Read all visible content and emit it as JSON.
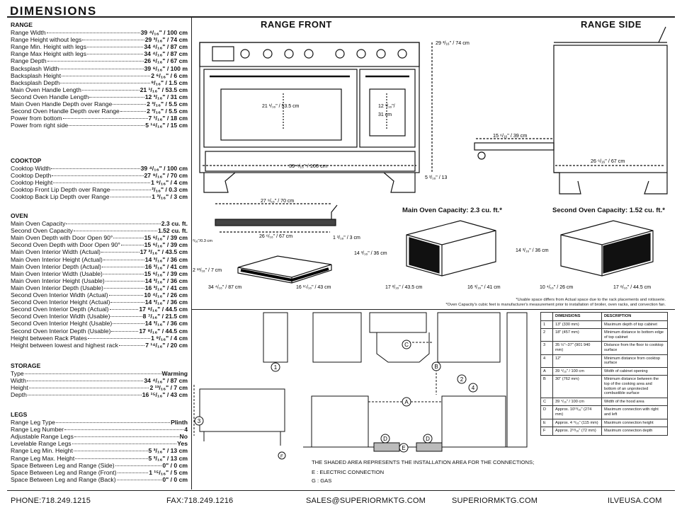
{
  "title": "DIMENSIONS",
  "sections": [
    {
      "heading": "RANGE",
      "rows": [
        [
          "Range Width",
          "39 ⁴/₁₆\" / 100 cm"
        ],
        [
          "Range Height without legs",
          "29 ³/₁₆\" / 74 cm"
        ],
        [
          "Range Min. Height with legs",
          "34 ⁴/₁₆\" / 87 cm"
        ],
        [
          "Range Max Height with legs",
          "34 ⁴/₁₆\" / 87 cm"
        ],
        [
          "Range Depth",
          "26 ⁶/₁₆\" / 67 cm"
        ],
        [
          "Backsplash Width",
          "39 ⁶/₁₆\" / 100 m"
        ],
        [
          "Backsplash Height",
          "2 ⁶/₁₆\" / 6 cm"
        ],
        [
          "Backsplash Depth",
          "⁹/₁₆\" / 1.5 cm"
        ],
        [
          "Main Oven Handle Length",
          "21 ¹/₁₆\" / 53.5 cm"
        ],
        [
          "Second Oven Handle Length",
          "12 ³/₁₆\" / 31 cm"
        ],
        [
          "Main Oven Handle Depth over Range",
          "2 ³/₁₆\" / 5.5 cm"
        ],
        [
          "Second Oven Handle Depth over Range",
          "2 ³/₁₆\" / 5.5 cm"
        ],
        [
          "Power from bottom",
          "7 ¹/₁₆\" / 18 cm"
        ],
        [
          "Power from right side",
          "5 ¹⁴/₁₆\" / 15 cm"
        ]
      ]
    },
    {
      "heading": "COOKTOP",
      "rows": [
        [
          "Cooktop Width",
          "39 ⁴/₁₆\" / 100 cm"
        ],
        [
          "Cooktop Depth",
          "27 ⁹/₁₆\" / 70 cm"
        ],
        [
          "Cooktop Height",
          "1 ⁹/₁₆\" / 4 cm"
        ],
        [
          "Cooktop Front Lip Depth over Range",
          "²/₁₆\" / 0.3 cm"
        ],
        [
          "Cooktop Back Lip Depth over Range",
          "1 ³/₁₆\" / 3 cm"
        ]
      ]
    },
    {
      "heading": "OVEN",
      "rows": [
        [
          "Main Oven Capacity",
          "2.3 cu. ft."
        ],
        [
          "Second Oven Capacity",
          "1.52 cu. ft."
        ],
        [
          "Main Oven Depth with Door Open 90°",
          "15 ⁶/₁₆\" / 39 cm"
        ],
        [
          "Second Oven Depth with Door Open 90°",
          "15 ⁶/₁₆\" / 39 cm"
        ],
        [
          "Main Oven Interior Width (Actual)",
          "17 ²/₁₆\" / 43.5 cm"
        ],
        [
          "Main Oven Interior Height (Actual)",
          "14 ³/₁₆\" / 36 cm"
        ],
        [
          "Main Oven Interior Depth (Actual)",
          "16 ³/₁₆\" / 41 cm"
        ],
        [
          "Main Oven Interior Width (Usable)",
          "15 ⁶/₁₆\" / 39 cm"
        ],
        [
          "Main Oven Interior Height (Usable)",
          "14 ³/₁₆\" / 36 cm"
        ],
        [
          "Main Oven Interior Depth (Usable)",
          "16 ³/₁₆\" / 41 cm"
        ],
        [
          "Second Oven Interior Width (Actual)",
          "10 ⁴/₁₆\" / 26 cm"
        ],
        [
          "Second Oven Interior Height (Actual)",
          "14 ³/₁₆\" / 36 cm"
        ],
        [
          "Second Oven Interior Depth (Actual)",
          "17 ⁸/₁₆\" / 44.5 cm"
        ],
        [
          "Second Oven Interior Width (Usable)",
          "8 ⁷/₁₆\" / 21.5 cm"
        ],
        [
          "Second Oven Interior Height (Usable)",
          "14 ³/₁₆\" / 36 cm"
        ],
        [
          "Second Oven Interior Depth (Usable)",
          "17 ⁸/₁₆\" / 44.5 cm"
        ],
        [
          "Height between Rack Plates",
          "1 ⁹/₁₆\" / 4 cm"
        ],
        [
          "Height between lowest and highest rack",
          "7 ¹⁴/₁₆\" / 20 cm"
        ]
      ]
    },
    {
      "heading": "STORAGE",
      "rows": [
        [
          "Type",
          "Warming"
        ],
        [
          "Width",
          "34 ⁴/₁₆\" / 87 cm"
        ],
        [
          "Height",
          "2 ¹³/₁₆\" / 7 cm"
        ],
        [
          "Depth",
          "16 ¹⁵/₁₆\" / 43 cm"
        ]
      ]
    },
    {
      "heading": "LEGS",
      "rows": [
        [
          "Range Leg Type",
          "Plinth"
        ],
        [
          "Range Leg Number",
          "4"
        ],
        [
          "Adjustable Range Legs",
          "No"
        ],
        [
          "Levelable Range Legs",
          "Yes"
        ],
        [
          "Range Leg Min. Height",
          "5 ³/₁₆\" / 13 cm"
        ],
        [
          "Range Leg Max. Height",
          "5 ³/₁₆\" / 13 cm"
        ],
        [
          "Space Between Leg and Range (Side)",
          "0\" / 0 cm"
        ],
        [
          "Space Between Leg and Range (Front)",
          "1 ¹⁵/₁₆\" / 5 cm"
        ],
        [
          "Space Between Leg and Range (Back)",
          "0\" / 0 cm"
        ]
      ]
    }
  ],
  "front": {
    "title": "RANGE FRONT",
    "height_label": "29 ³/₁₆\" / 74 cm",
    "main_handle": "21 ¹/₁₆\" / 53.5 cm",
    "second_handle_a": "12 ³/₁₆\"/",
    "second_handle_b": "31 cm",
    "width": "39 ⁴/₁₆\" / 100 cm",
    "leg": "5 ³/₁₆\" / 13"
  },
  "side": {
    "title": "RANGE SIDE",
    "door": "15 ⁶/₁₆\" / 39 cm",
    "depth": "26 ⁶/₁₆\" / 67 cm"
  },
  "cooktop_diag": {
    "top": "27 ⁹/₁₆\" / 70 cm",
    "bottom": "26 ⁶/₁₆\" / 67 cm",
    "right": "1 ³/₁₆\" / 3 cm",
    "left": "²/₁₆\"/0.3 cm"
  },
  "drawer": {
    "h": "2 ¹³/₁₆\" / 7 cm",
    "w": "34 ⁴/₁₆\" / 87 cm",
    "d": "16 ¹⁵/₁₆\" / 43 cm"
  },
  "main_cap": {
    "title": "Main Oven Capacity: 2.3 cu. ft.*",
    "h": "14 ³/₁₆\" / 36 cm",
    "w": "17 ²/₁₆\" / 43.5 cm",
    "d": "16 ³/₁₆\" / 41 cm"
  },
  "second_cap": {
    "title": "Second Oven Capacity: 1.52 cu. ft.*",
    "h": "14 ³/₁₆\" / 36 cm",
    "w": "10 ⁴/₁₆\" / 26 cm",
    "d": "17 ⁸/₁₆\" / 44.5 cm"
  },
  "notes": {
    "n1": "*Usable space differs from Actual space due to the rack placements and rotisserie.",
    "n2": "*Oven Capacity's cubic feet is manufacturer's measurement prior to installation of broiler, oven racks, and convection fan."
  },
  "install": {
    "shaded": "THE SHADED AREA REPRESENTS THE INSTALLATION AREA FOR THE CONNECTIONS;",
    "electric": "E : ELECTRIC CONNECTION",
    "gas": "G : GAS",
    "callouts": [
      "1",
      "2",
      "3",
      "4",
      "A",
      "B",
      "C",
      "D",
      "D",
      "E",
      "F"
    ]
  },
  "table": {
    "headers": [
      "",
      "DIMENSIONS",
      "DESCRIPTION"
    ],
    "rows": [
      [
        "1",
        "13\" (330 mm)",
        "Maximum depth of top cabinet"
      ],
      [
        "2",
        "18\" (457 mm)",
        "Minimum distance to bottom edge of top cabinet"
      ],
      [
        "3",
        "35 ½\"–37\" (901 940 mm)",
        "Distance from the floor to cooktop surface"
      ],
      [
        "4",
        "12\"",
        "Minimum distance from cooktop surface"
      ],
      [
        "A",
        "39 ⁴/₁₆\" / 100 cm",
        "Width of cabinet opening"
      ],
      [
        "B",
        "30\" (762 mm)",
        "Minimum distance between the top of the cooking area and bottom of an unprotected combustible surface"
      ],
      [
        "C",
        "39 ⁴/₁₆\" / 100 cm",
        "Width of the hood area"
      ],
      [
        "D",
        "Approx. 10¹³/₁₆\" (274 mm)",
        "Maximum connection with right and left"
      ],
      [
        "E",
        "Approx. 4 ⁹/₁₆\" (115 mm)",
        "Maximum connection height"
      ],
      [
        "F",
        "Approx. 2¹³/₁₆\" (72 mm)",
        "Maximum connection depth"
      ]
    ]
  },
  "footer": {
    "phone": "PHONE:718.249.1215",
    "fax": "FAX:718.249.1216",
    "email": "SALES@SUPERIORMKTG.COM",
    "site": "SUPERIORMKTG.COM",
    "brand": "ILVEUSA.COM"
  },
  "colors": {
    "ink": "#111111",
    "panel": "#222222",
    "shade": "#bbbbbb"
  }
}
